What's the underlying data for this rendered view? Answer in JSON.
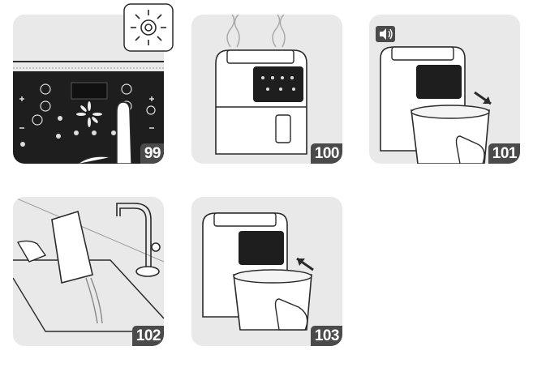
{
  "steps": [
    {
      "number": "99"
    },
    {
      "number": "100"
    },
    {
      "number": "101"
    },
    {
      "number": "102"
    },
    {
      "number": "103"
    }
  ],
  "icons": {
    "light_bulb": "light-bulb-icon",
    "sound": "sound-icon",
    "steam": "steam-icon",
    "arrow": "arrow-icon"
  },
  "colors": {
    "panel_bg": "#e9e9e9",
    "badge_bg": "#4a4a4a",
    "control_panel": "#1e1e1e",
    "line": "#2a2a2a"
  }
}
